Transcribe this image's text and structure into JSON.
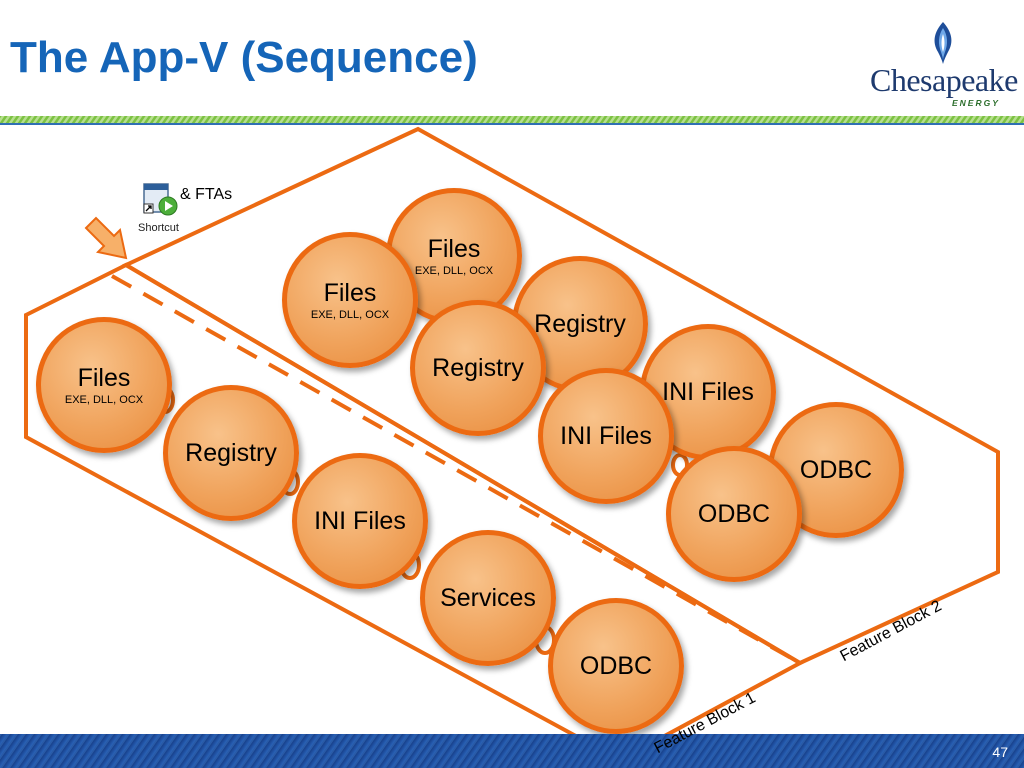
{
  "slide": {
    "title": "The App-V (Sequence)",
    "page_number": "47",
    "colors": {
      "title": "#1565b8",
      "accent_orange": "#ec6a12",
      "bubble_fill": "#f0a35c",
      "stripe_green": "#7cc242",
      "footer_navy": "#1b3f8c"
    }
  },
  "logo": {
    "word": "Chesapeake",
    "sub": "ENERGY",
    "icon": "flame-icon"
  },
  "diagram": {
    "shortcut_label": "Shortcut",
    "ftas_label": "& FTAs",
    "arrow_icon": "arrow-pointer-icon",
    "feature_block_1": "Feature Block 1",
    "feature_block_2": "Feature Block 2",
    "block2_bubbles": [
      {
        "main": "Files",
        "sub": "EXE, DLL, OCX"
      },
      {
        "main": "Registry",
        "sub": ""
      },
      {
        "main": "INI Files",
        "sub": ""
      },
      {
        "main": "ODBC",
        "sub": ""
      }
    ],
    "block2_front_bubbles": [
      {
        "main": "Files",
        "sub": "EXE, DLL, OCX"
      },
      {
        "main": "Registry",
        "sub": ""
      },
      {
        "main": "INI Files",
        "sub": ""
      },
      {
        "main": "ODBC",
        "sub": ""
      }
    ],
    "block1_bubbles": [
      {
        "main": "Files",
        "sub": "EXE, DLL, OCX"
      },
      {
        "main": "Registry",
        "sub": ""
      },
      {
        "main": "INI Files",
        "sub": ""
      },
      {
        "main": "Services",
        "sub": ""
      },
      {
        "main": "ODBC",
        "sub": ""
      }
    ]
  }
}
